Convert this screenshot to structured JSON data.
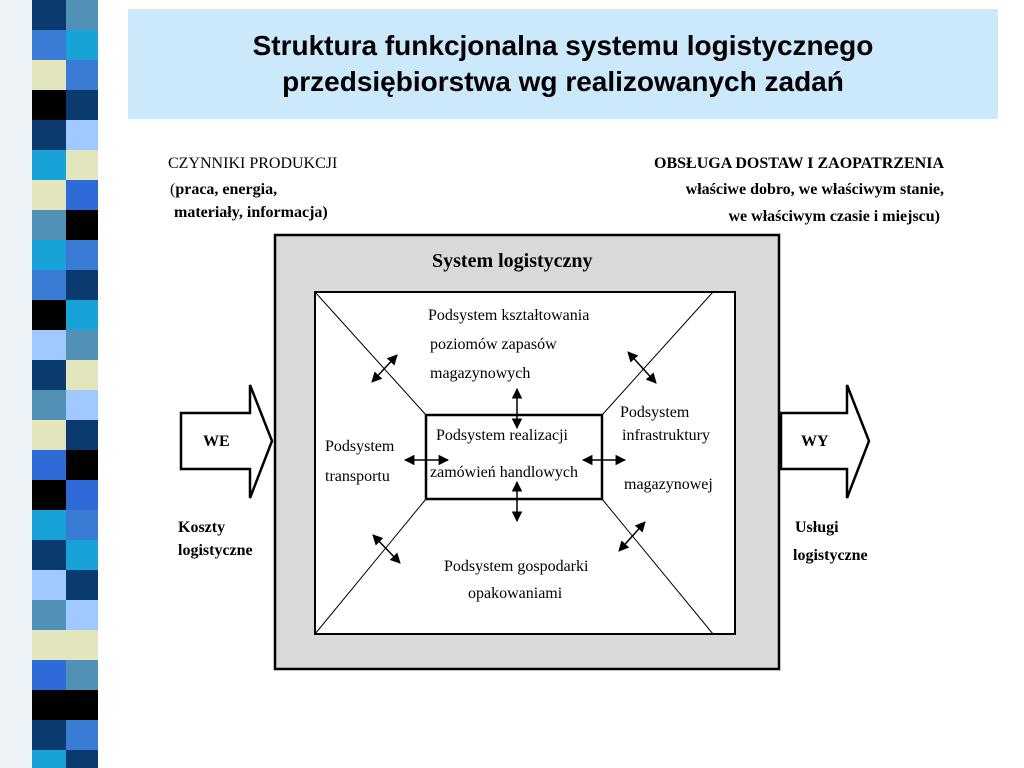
{
  "title": {
    "line1": "Struktura funkcjonalna systemu logistycznego",
    "line2": "przedsiębiorstwa wg realizowanych zadań"
  },
  "left_header": {
    "line1": "CZYNNIKI PRODUKCJI",
    "line2_paren": "(",
    "line2": "praca, energia,",
    "line3": "materiały, informacja)"
  },
  "right_header": {
    "line1": "OBSŁUGA DOSTAW I ZAOPATRZENIA",
    "line2": "właściwe dobro, we właściwym stanie,",
    "line3": "we właściwym czasie i miejscu)"
  },
  "system_label": "System logistyczny",
  "subsystems": {
    "top": [
      "Podsystem kształtowania",
      "poziomów zapasów",
      "magazynowych"
    ],
    "center": [
      "Podsystem realizacji",
      "zamówień handlowych"
    ],
    "left": [
      "Podsystem",
      "transportu"
    ],
    "right": [
      "Podsystem",
      "infrastruktury",
      "magazynowej"
    ],
    "bottom": [
      "Podsystem gospodarki",
      "opakowaniami"
    ]
  },
  "input": {
    "label": "WE",
    "caption1": "Koszty",
    "caption2": "logistyczne"
  },
  "output": {
    "label": "WY",
    "caption1": "Usługi",
    "caption2": "logistyczne"
  },
  "colors": {
    "title_bg": "#cce8fb",
    "system_fill": "#d9d9d9",
    "stripe_colors": [
      "#0b3b6e",
      "#3a7bd5",
      "#e3e5bd",
      "#000000",
      "#17a2d8",
      "#5191b5",
      "#9fc9ff",
      "#2f6bd8"
    ]
  }
}
